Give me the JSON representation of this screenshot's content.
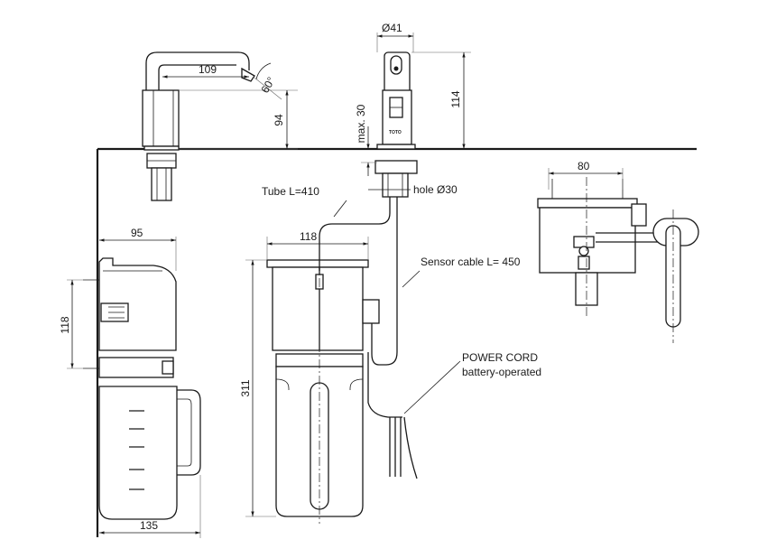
{
  "dimensions": {
    "spout_reach": "109",
    "spout_angle": "60°",
    "spout_height": "94",
    "sensor_diameter": "Ø41",
    "sensor_height": "114",
    "deck_thickness": "max. 30",
    "side_unit_depth": "95",
    "side_unit_height": "118",
    "bottle_width": "135",
    "box_width": "118",
    "total_height": "311",
    "detail_width": "80"
  },
  "labels": {
    "tube": "Tube L=410",
    "hole": "hole Ø30",
    "sensor_cable": "Sensor cable L= 450",
    "power_cord": "POWER CORD",
    "power_cord_note": "battery-operated",
    "brand_mark": "TOTO"
  }
}
